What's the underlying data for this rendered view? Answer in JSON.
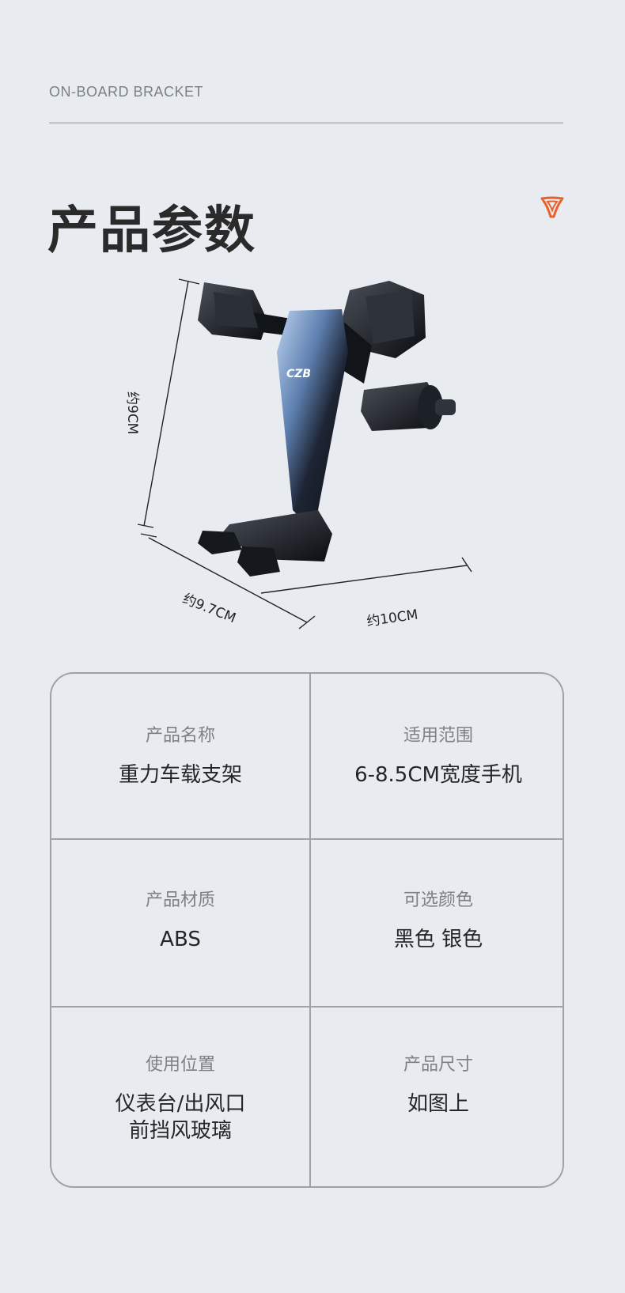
{
  "header": {
    "eyebrow": "ON-BOARD BRACKET",
    "title": "产品参数"
  },
  "dimensions": {
    "height": "约9CM",
    "width": "约9.7CM",
    "depth": "约10CM"
  },
  "product_logo": "CZB",
  "specs": [
    {
      "label": "产品名称",
      "value": "重力车载支架"
    },
    {
      "label": "适用范围",
      "value": "6-8.5CM宽度手机"
    },
    {
      "label": "产品材质",
      "value": "ABS"
    },
    {
      "label": "可选颜色",
      "value": "黑色  银色"
    },
    {
      "label": "使用位置",
      "value": "仪表台/出风口\n前挡风玻璃"
    },
    {
      "label": "产品尺寸",
      "value": "如图上"
    }
  ],
  "colors": {
    "accent": "#e8612c",
    "text": "#2a2a2a",
    "border": "#9ea3aa"
  },
  "icons": [
    "brand-triangle-icon"
  ]
}
